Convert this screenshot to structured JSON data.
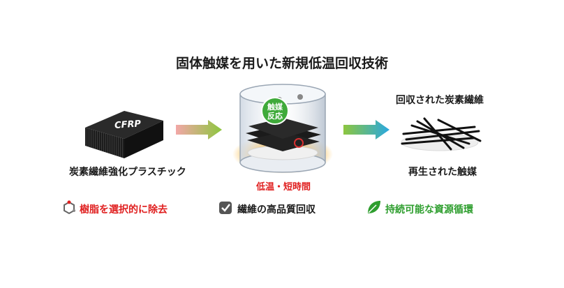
{
  "title": "固体触媒を用いた新規低温回収技術",
  "cfrp": {
    "box_label": "CFRP",
    "caption": "炭素繊維強化プラスチック"
  },
  "reactor": {
    "badge_line1": "触媒",
    "badge_line2": "反応",
    "condition": "低温・短時間"
  },
  "products": {
    "fiber_caption": "回収された炭素繊維",
    "catalyst_caption": "再生された触媒"
  },
  "features": [
    {
      "label": "樹脂を選択的に除去",
      "color": "#e02020",
      "icon": "molecule-icon"
    },
    {
      "label": "繊維の高品質回収",
      "color": "#1a1a1a",
      "icon": "checkbox-icon"
    },
    {
      "label": "持続可能な資源循環",
      "color": "#2e9e2e",
      "icon": "leaf-icon"
    }
  ],
  "colors": {
    "arrow_left_start": "#f2a7a7",
    "arrow_left_end": "#8dc63f",
    "arrow_right_start": "#8dc63f",
    "arrow_right_end": "#29a8e0",
    "glow": "#ff9a00"
  }
}
